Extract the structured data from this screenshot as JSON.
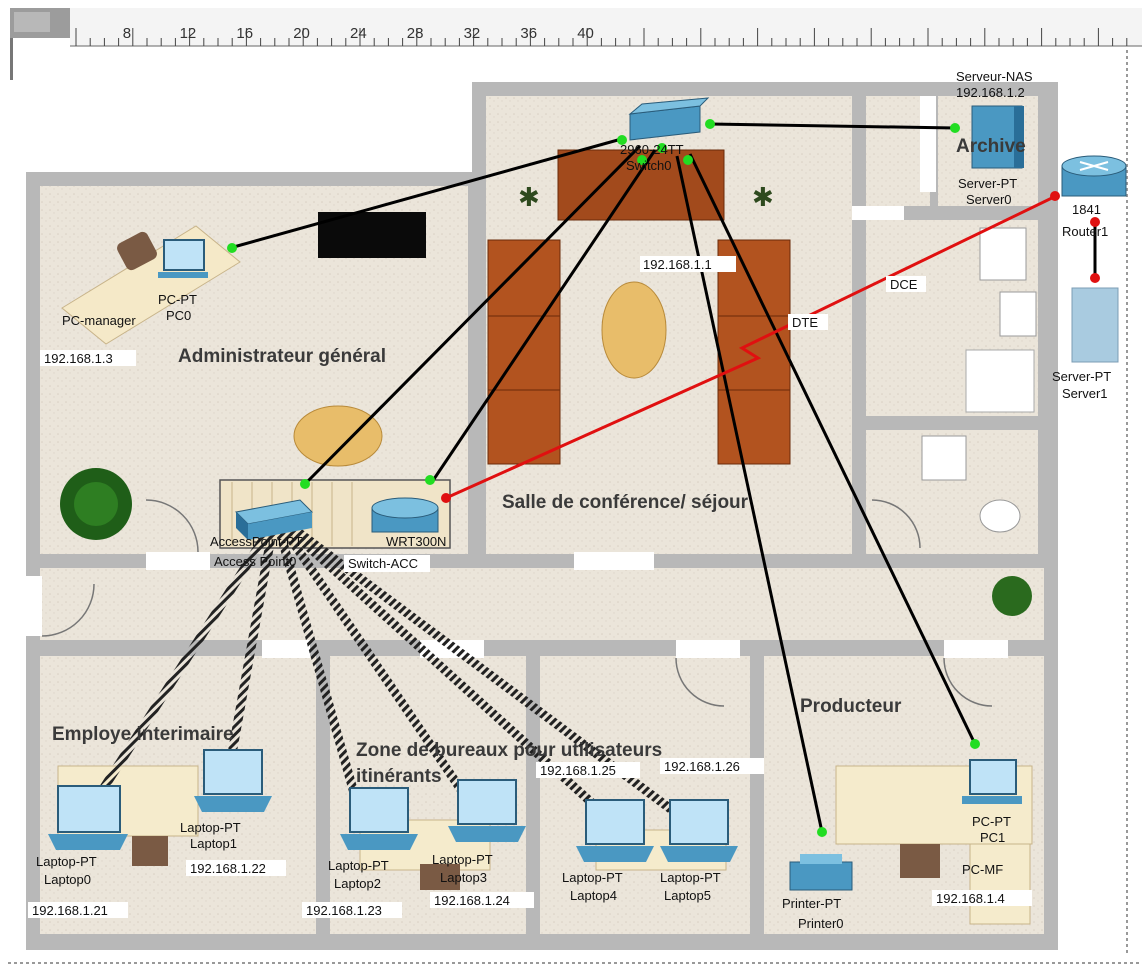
{
  "ruler": {
    "ticks": [
      "8",
      "12",
      "16",
      "20",
      "24",
      "28",
      "32",
      "36",
      "40"
    ]
  },
  "rooms": {
    "admin": "Administrateur général",
    "conference": "Salle de conférence/ séjour",
    "interim": "Employe interimaire",
    "zone_line1": "Zone de bureaux pour utilisateurs",
    "zone_line2": "itinérants",
    "producer": "Producteur",
    "archives": "Archive"
  },
  "devices": {
    "switch_main": {
      "model": "2960-24TT",
      "name": "Switch0",
      "ip": "192.168.1.1"
    },
    "server_nas": {
      "tag": "Serveur-NAS",
      "ip": "192.168.1.2",
      "type": "Server-PT",
      "name": "Server0"
    },
    "router": {
      "model": "1841",
      "name": "Router1"
    },
    "server1": {
      "type": "Server-PT",
      "name": "Server1"
    },
    "pc_manager": {
      "type": "PC-PT",
      "name": "PC0",
      "tag": "PC-manager",
      "ip": "192.168.1.3"
    },
    "access_point": {
      "type": "AccessPoint-PT",
      "name": "Access Point0"
    },
    "wireless_router": {
      "model": "WRT300N",
      "name": "Switch-ACC"
    },
    "laptop0": {
      "type": "Laptop-PT",
      "name": "Laptop0",
      "ip": "192.168.1.21"
    },
    "laptop1": {
      "type": "Laptop-PT",
      "name": "Laptop1",
      "ip": "192.168.1.22"
    },
    "laptop2": {
      "type": "Laptop-PT",
      "name": "Laptop2",
      "ip": "192.168.1.23"
    },
    "laptop3": {
      "type": "Laptop-PT",
      "name": "Laptop3",
      "ip": "192.168.1.24"
    },
    "laptop4": {
      "type": "Laptop-PT",
      "name": "Laptop4",
      "ip": "192.168.1.25"
    },
    "laptop5": {
      "type": "Laptop-PT",
      "name": "Laptop5",
      "ip": "192.168.1.26"
    },
    "printer": {
      "type": "Printer-PT",
      "name": "Printer0"
    },
    "pc1": {
      "type": "PC-PT",
      "name": "PC1",
      "tag": "PC-MF",
      "ip": "192.168.1.4"
    }
  },
  "link_labels": {
    "dce": "DCE",
    "dte": "DTE"
  },
  "colors": {
    "ethernet": "#000000",
    "serial": "#e01010",
    "link_up": "#22dd22",
    "link_down": "#e01010",
    "wall": "#b8b8b8",
    "floor": "#ece6dc",
    "device": "#4a98c2"
  }
}
